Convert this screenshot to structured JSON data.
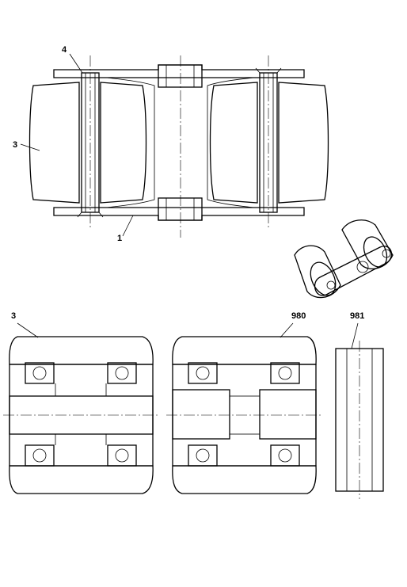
{
  "labels": {
    "part_4": "4",
    "part_3_top": "3",
    "part_1": "1",
    "part_3_bottom": "3",
    "part_980": "980",
    "part_981": "981"
  }
}
